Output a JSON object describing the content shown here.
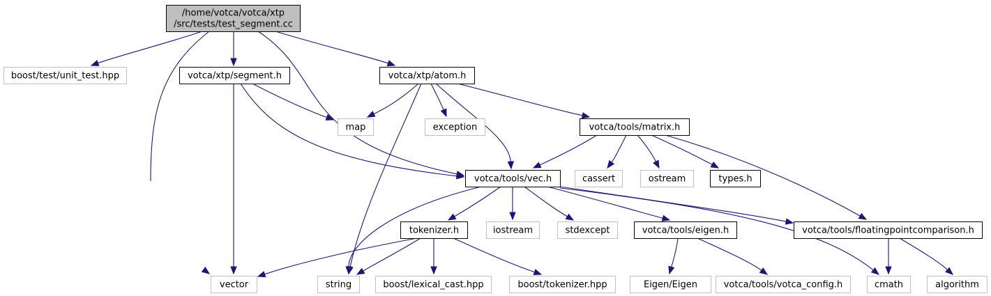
{
  "nodes": [
    {
      "id": "root",
      "label": [
        "/home/votca/votca/xtp",
        "/src/tests/test_segment.cc"
      ],
      "style": "root"
    },
    {
      "id": "unit_test",
      "label": [
        "boost/test/unit_test.hpp"
      ],
      "style": "external"
    },
    {
      "id": "segment",
      "label": [
        "votca/xtp/segment.h"
      ],
      "style": "local"
    },
    {
      "id": "atom",
      "label": [
        "votca/xtp/atom.h"
      ],
      "style": "local"
    },
    {
      "id": "map",
      "label": [
        "map"
      ],
      "style": "external"
    },
    {
      "id": "exception",
      "label": [
        "exception"
      ],
      "style": "external"
    },
    {
      "id": "matrix",
      "label": [
        "votca/tools/matrix.h"
      ],
      "style": "local"
    },
    {
      "id": "vec",
      "label": [
        "votca/tools/vec.h"
      ],
      "style": "local"
    },
    {
      "id": "cassert",
      "label": [
        "cassert"
      ],
      "style": "external"
    },
    {
      "id": "ostream",
      "label": [
        "ostream"
      ],
      "style": "external"
    },
    {
      "id": "types",
      "label": [
        "types.h"
      ],
      "style": "local"
    },
    {
      "id": "tokenizer",
      "label": [
        "tokenizer.h"
      ],
      "style": "local"
    },
    {
      "id": "iostream",
      "label": [
        "iostream"
      ],
      "style": "external"
    },
    {
      "id": "stdexcept",
      "label": [
        "stdexcept"
      ],
      "style": "external"
    },
    {
      "id": "eigen_h",
      "label": [
        "votca/tools/eigen.h"
      ],
      "style": "local"
    },
    {
      "id": "fpc",
      "label": [
        "votca/tools/floatingpointcomparison.h"
      ],
      "style": "local"
    },
    {
      "id": "vector",
      "label": [
        "vector"
      ],
      "style": "external"
    },
    {
      "id": "string",
      "label": [
        "string"
      ],
      "style": "external"
    },
    {
      "id": "lexical_cast",
      "label": [
        "boost/lexical_cast.hpp"
      ],
      "style": "external"
    },
    {
      "id": "boost_tokenizer",
      "label": [
        "boost/tokenizer.hpp"
      ],
      "style": "external"
    },
    {
      "id": "eigen_eigen",
      "label": [
        "Eigen/Eigen"
      ],
      "style": "external"
    },
    {
      "id": "votca_config",
      "label": [
        "votca/tools/votca_config.h"
      ],
      "style": "external"
    },
    {
      "id": "cmath",
      "label": [
        "cmath"
      ],
      "style": "external"
    },
    {
      "id": "algorithm",
      "label": [
        "algorithm"
      ],
      "style": "external"
    }
  ],
  "edges": [
    {
      "from": "root",
      "to": "unit_test"
    },
    {
      "from": "root",
      "to": "segment"
    },
    {
      "from": "root",
      "to": "atom"
    },
    {
      "from": "root",
      "to": "vec"
    },
    {
      "from": "root",
      "to": "vector"
    },
    {
      "from": "segment",
      "to": "map"
    },
    {
      "from": "segment",
      "to": "vec"
    },
    {
      "from": "segment",
      "to": "vector"
    },
    {
      "from": "atom",
      "to": "map"
    },
    {
      "from": "atom",
      "to": "exception"
    },
    {
      "from": "atom",
      "to": "matrix"
    },
    {
      "from": "atom",
      "to": "vec"
    },
    {
      "from": "atom",
      "to": "string"
    },
    {
      "from": "matrix",
      "to": "vec"
    },
    {
      "from": "matrix",
      "to": "cassert"
    },
    {
      "from": "matrix",
      "to": "ostream"
    },
    {
      "from": "matrix",
      "to": "types"
    },
    {
      "from": "matrix",
      "to": "fpc"
    },
    {
      "from": "vec",
      "to": "tokenizer"
    },
    {
      "from": "vec",
      "to": "iostream"
    },
    {
      "from": "vec",
      "to": "stdexcept"
    },
    {
      "from": "vec",
      "to": "eigen_h"
    },
    {
      "from": "vec",
      "to": "fpc"
    },
    {
      "from": "vec",
      "to": "string"
    },
    {
      "from": "vec",
      "to": "cmath"
    },
    {
      "from": "tokenizer",
      "to": "vector"
    },
    {
      "from": "tokenizer",
      "to": "string"
    },
    {
      "from": "tokenizer",
      "to": "lexical_cast"
    },
    {
      "from": "tokenizer",
      "to": "boost_tokenizer"
    },
    {
      "from": "eigen_h",
      "to": "eigen_eigen"
    },
    {
      "from": "eigen_h",
      "to": "votca_config"
    },
    {
      "from": "fpc",
      "to": "cmath"
    },
    {
      "from": "fpc",
      "to": "algorithm"
    }
  ],
  "colors": {
    "root_fill": "#bfbfbf",
    "root_border": "#000000",
    "local_border": "#000000",
    "external_border": "#bfbfbf",
    "edge": "#191970",
    "text": "#000000"
  }
}
